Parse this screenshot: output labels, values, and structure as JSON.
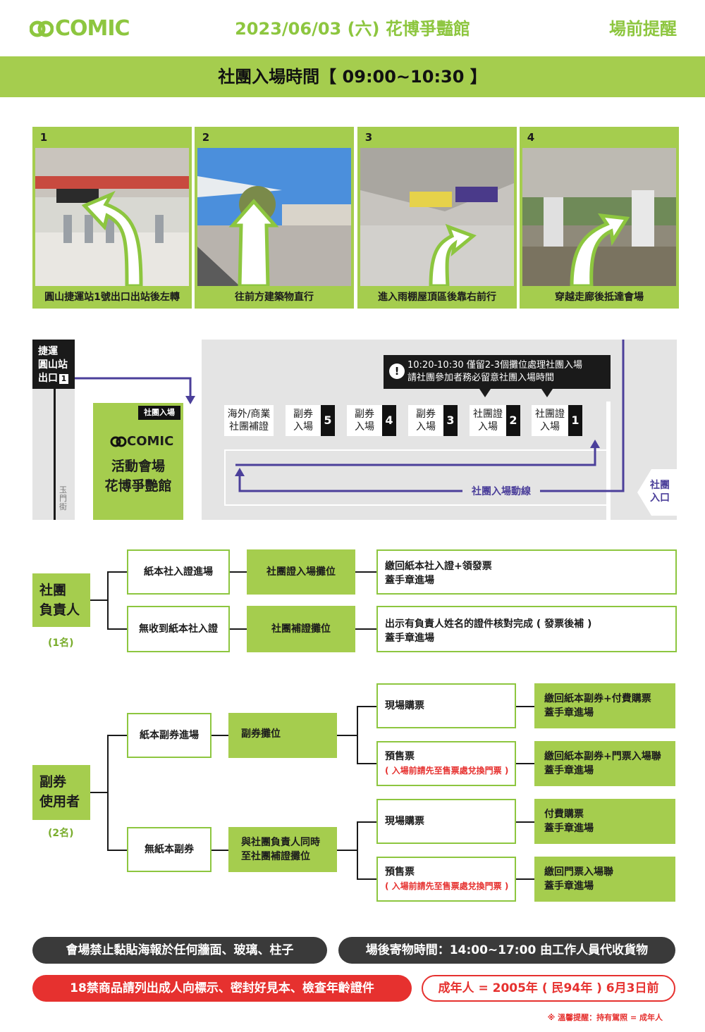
{
  "header": {
    "logo_text": "COMIC",
    "event_date": "2023/06/03 (六) 花博爭豔館",
    "right_label": "場前提醒"
  },
  "banner": {
    "text": "社團入場時間【 09:00~10:30 】"
  },
  "steps": [
    {
      "num": "1",
      "caption": "圓山捷運站1號出口出站後左轉"
    },
    {
      "num": "2",
      "caption": "往前方建築物直行"
    },
    {
      "num": "3",
      "caption": "進入雨棚屋頂區後靠右前行"
    },
    {
      "num": "4",
      "caption": "穿越走廊後抵達會場"
    }
  ],
  "map": {
    "mrt_label_line1": "捷運",
    "mrt_label_line2": "圓山站",
    "mrt_label_line3": "出口",
    "mrt_exit_num": "1",
    "street": "玉門街",
    "venue_entry_label": "社團入場",
    "venue_logo": "COMIC",
    "venue_line1": "活動會場",
    "venue_line2": "花博爭艷館",
    "notice_line1": "10:20-10:30 僅留2-3個攤位處理社團入場",
    "notice_line2": "請社團參加者務必留意社團入場時間",
    "booths": [
      {
        "label1": "海外/商業",
        "label2": "社團補證",
        "num": ""
      },
      {
        "label1": "副券",
        "label2": "入場",
        "num": "5"
      },
      {
        "label1": "副券",
        "label2": "入場",
        "num": "4"
      },
      {
        "label1": "副券",
        "label2": "入場",
        "num": "3"
      },
      {
        "label1": "社團證",
        "label2": "入場",
        "num": "2"
      },
      {
        "label1": "社團證",
        "label2": "入場",
        "num": "1"
      }
    ],
    "route_label": "社團入場動線",
    "entrance_line1": "社團",
    "entrance_line2": "入口"
  },
  "leader": {
    "role_line1": "社團",
    "role_line2": "負責人",
    "count": "(1名)",
    "rows": [
      {
        "condition": "紙本社入證進場",
        "booth": "社團證入場攤位",
        "result_line1": "繳回紙本社入證+領發票",
        "result_line2": "蓋手章進場"
      },
      {
        "condition": "無收到紙本社入證",
        "booth": "社團補證攤位",
        "result_line1": "出示有負責人姓名的證件核對完成 ( 發票後補 )",
        "result_line2": "蓋手章進場"
      }
    ]
  },
  "subticket": {
    "role_line1": "副券",
    "role_line2": "使用者",
    "count": "(2名)",
    "groups": [
      {
        "condition": "紙本副券進場",
        "booth_line1": "副券攤位",
        "booth_line2": "",
        "options": [
          {
            "label": "現場購票",
            "note": "",
            "result_line1": "繳回紙本副券+付費購票",
            "result_line2": "蓋手章進場"
          },
          {
            "label": "預售票",
            "note": "( 入場前請先至售票處兌換門票 )",
            "result_line1": "繳回紙本副券+門票入場聯",
            "result_line2": "蓋手章進場"
          }
        ]
      },
      {
        "condition": "無紙本副券",
        "booth_line1": "與社團負責人同時",
        "booth_line2": "至社團補證攤位",
        "options": [
          {
            "label": "現場購票",
            "note": "",
            "result_line1": "付費購票",
            "result_line2": "蓋手章進場"
          },
          {
            "label": "預售票",
            "note": "( 入場前請先至售票處兌換門票 )",
            "result_line1": "繳回門票入場聯",
            "result_line2": "蓋手章進場"
          }
        ]
      }
    ]
  },
  "notes": {
    "no_poster": "會場禁止黏貼海報於任何牆面、玻璃、柱子",
    "storage": "場後寄物時間：14:00~17:00 由工作人員代收貨物",
    "adult_goods": "18禁商品請列出成人向標示、密封好見本、檢查年齡證件",
    "adult_def": "成年人 = 2005年 ( 民94年 ) 6月3日前",
    "footnote": "※ 溫馨提醒：持有駕照 = 成年人"
  },
  "colors": {
    "accent_green": "#a5cd4e",
    "logo_green": "#8dc63f",
    "route_purple": "#4b3f9a",
    "alert_red": "#e6312f"
  }
}
